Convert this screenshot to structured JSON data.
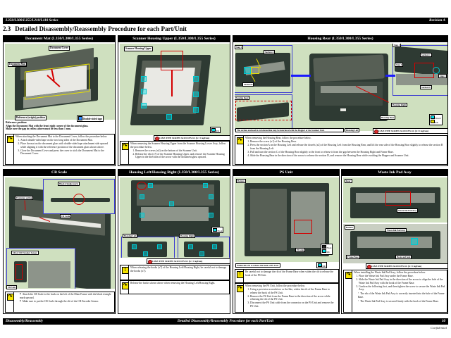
{
  "document": {
    "running_head_left": "L350/L300/L355/L210/L110 Series",
    "running_head_right": "Revision A",
    "section_number": "2.3",
    "section_title": "Detailed Disassembly/Reassembly Procedure for each Part/Unit",
    "footer_left": "Disassembly/Reassembly",
    "footer_center": "Detailed Disassembly/Reassembly Procedure for each Part/Unit",
    "footer_page": "10",
    "confidential": "Confidential"
  },
  "panels": {
    "document_mat": {
      "title": "Document Mat (L350/L300/L355 Series)",
      "labels": {
        "document_cover": "Document Cover",
        "document_mat": "Document Mat",
        "reference_position": "Reference (origin) position",
        "double_sided_tape": "Double-sided tape"
      },
      "reference": {
        "heading": "Reference position:",
        "line1": "Align the Document Mat with the front right corner of the document glass.",
        "line2": "Make sure the gap in yellow above must be less than 1 mm."
      },
      "note": {
        "icon": "adjustment-icon",
        "intro": "When attaching the Document Mat to the Document Cover, follow the procedure below.",
        "steps": [
          "Attach double-sided tape on the two long sides of the Document Mat.",
          "Place the mat on the document glass with double-sided tape attachment side upward while aligning it with the reference position of the document glass shown above.",
          "Close the Document Cover and press the cover to stick the Document Mat to the Document Cover."
        ]
      }
    },
    "scanner_housing_upper": {
      "title": "Scanner Housing Upper (L350/L300/L355 Series)",
      "labels": {
        "scanner_housing_upper": "Scanner Housing Upper",
        "rib": "Rib"
      },
      "screw": "C.B.P-TITE SCREW 3x10 F/ZN-3C (6 ± 1 kgf/cm)",
      "note": {
        "icon": "adjustment-icon",
        "intro": "When removing the Scanner Housing Upper from the Scanner Housing Lower Assy, follow the procedure below.",
        "steps": [
          "Remove the screws (x4) on the bottom of the Scanner Unit.",
          "Release the ribs (x7) of the Scanner Housing Upper, and remove the Scanner Housing Upper in the direction of the arrow with the document glass upward."
        ]
      }
    },
    "housing_rear": {
      "title": "Housing Rear (L350/L300/L355 Series)",
      "labels": {
        "step2": "Step 2",
        "step3": "Step 3",
        "step4": "Step 4",
        "section_a": "Section A",
        "section_b": "Section B",
        "section_c": "Section C",
        "section_d": "Section D",
        "housing_rear": "Housing Rear",
        "housing_right": "Housing Right",
        "housing_left": "Housing Left",
        "dowel": "Dowel",
        "rib": "Rib"
      },
      "caption_line1": "The section enclosed in red dotted line may be",
      "caption_line2": "interfered with the Hopper or the Scanner Unit.",
      "screw": "C.B.P-TITE SCREW 3x10 F/ZN-3C (6 ± 1 kgf/cm)",
      "note": {
        "icon": "adjustment-icon",
        "intro": "When removing the Housing Rear, follow the procedure below.",
        "steps": [
          "Remove the screw (x1) of the Housing Rear.",
          "Press the section A on the Housing Left and release the dowels (x2) of the Housing Left from the Housing Rear, and lift the rear side of the Housing Rear slightly to release the section B from the Housing Left.",
          "Pull and turn the section C of the Housing Rear slightly to the front to release it from the gap between the Housing Right and Frame Base.",
          "Slide the Housing Rear in the direction of the arrow to release the section D, and remove the Housing Rear while avoiding the Hopper and Scanner Unit."
        ]
      }
    },
    "cr_scale": {
      "title": "CR Scale",
      "labels": {
        "black_triangle_mark": "Black triangle mark",
        "extension_spring": "Extension spring",
        "cr_scale": "CR Scale",
        "slit_of_cr_encoder_sensor": "Slit of CR Encoder Sensor",
        "cr_unit": "CR Unit"
      },
      "note": {
        "icon": "adjustment-icon",
        "bullets": [
          "Attach the CR Scale to the hook on the left of the Main Frame with the black triangle mark upward.",
          "Make sure to put the CR Scale through the slit of the CR Encoder Sensor."
        ]
      }
    },
    "housing_left_right": {
      "title": "Housing Left/Housing Right (L350/L300/L355 Series)",
      "labels": {
        "housing_left": "Housing Left",
        "housing_right": "Housing Right",
        "hook": "Hook"
      },
      "screw": "C.B.P-TITE SCREW 3x10 F/ZN-3C (6 ± 1 kgf/cm)",
      "caution": {
        "icon": "caution-icon",
        "text": "When releasing the hooks (x7) of the Housing Left/Housing Right, be careful not to damage the hooks (x7)."
      },
      "note": {
        "icon": "adjustment-icon",
        "text": "Release the hooks shown above when removing the Housing Left/Housing Right."
      }
    },
    "ps_unit": {
      "title": "PS Unit",
      "labels": {
        "bottom": "Bottom",
        "ps_unit": "PS Unit",
        "hook": "Hook",
        "rib": "Rib"
      },
      "caption": "Widen this rib to release the hook of PS Unit.",
      "caution": {
        "icon": "caution-icon",
        "text": "Be careful not to damage the rib of the Frame Base when widen the rib to release the hook of the PS Unit."
      },
      "note": {
        "icon": "adjustment-icon",
        "intro": "When removing the PS Unit, follow the procedure below.",
        "steps": [
          "Using a precision screwdriver or the like, widen the rib of the Frame Base to release the hook of the PS Unit.",
          "Remove the PS Unit from the Frame Base in the direction of the arrow while releasing the rib of the PS Unit.",
          "Disconnect the PS Unit cable from the connector on the PS Unit and remove the PS Unit."
        ]
      }
    },
    "waste_ink_pad": {
      "title": "Waste Ink Pad Assy",
      "labels": {
        "rear": "Rear",
        "bottom": "Bottom",
        "waste_ink_pad_assy": "Waste Ink Pad Assy",
        "frame_base": "Frame Base",
        "hook_and_hole": "Hook and hole"
      },
      "screw": "C.B.P-TITE SCREW 3x10 F/ZN-3C (6 ± 1 kgf/cm)",
      "note": {
        "icon": "adjustment-icon",
        "intro": "When installing the Waste Ink Pad Assy, follow the procedure below.",
        "steps": [
          "Place the Waste Ink Pad Assy under the Frame Base.",
          "Slide the Waste Ink Pad Assy in the direction of the arrow to align the hole of the Waste Ink Pad Assy with the hook of the Frame Base.",
          "Confirm the following first, and then tighten the screw to secure the Waste Ink Pad Assy."
        ],
        "subbullets": [
          "The rib of the Waste Ink Pad Assy is correctly inserted into the hole of the Frame Base.",
          "The Waste Ink Pad Assy is secured firmly with the hook of the Frame Base."
        ]
      }
    }
  },
  "colors": {
    "accent_red": "#d40000",
    "accent_blue": "#1a1aff",
    "accent_cyan": "#00c8d0",
    "accent_yellow": "#e8e000",
    "photo_bg": "#cfe0bf",
    "header_bg": "#000000"
  }
}
